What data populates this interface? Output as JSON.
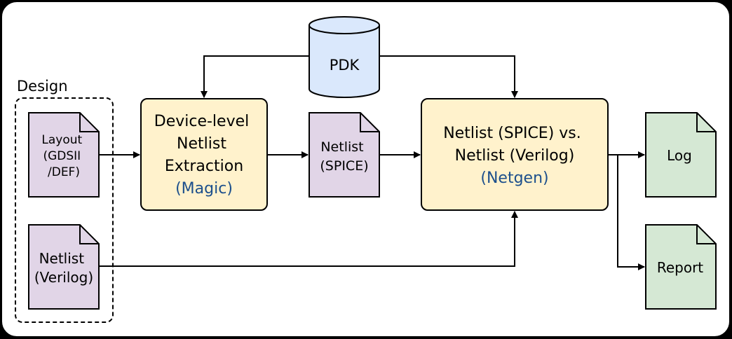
{
  "design_group": {
    "label": "Design"
  },
  "database": {
    "label": "PDK"
  },
  "documents": {
    "layout": {
      "lines": [
        "Layout",
        "(GDSII",
        "/DEF)"
      ]
    },
    "netlist_verilog": {
      "lines": [
        "Netlist",
        "(Verilog)"
      ]
    },
    "netlist_spice": {
      "lines": [
        "Netlist",
        "(SPICE)"
      ]
    },
    "log": {
      "label": "Log"
    },
    "report": {
      "label": "Report"
    }
  },
  "processes": {
    "extraction": {
      "lines": [
        "Device-level",
        "Netlist",
        "Extraction"
      ],
      "tool": "(Magic)"
    },
    "comparison": {
      "lines": [
        "Netlist (SPICE) vs.",
        "Netlist (Verilog)"
      ],
      "tool": "(Netgen)"
    }
  },
  "colors": {
    "document_purple": "#e1d5e7",
    "document_green": "#d5e8d4",
    "process_yellow": "#fff2cc",
    "process_border": "#000000",
    "database_blue": "#dae8fc",
    "tool_text": "#1c4f8c",
    "frame_background": "#ffffff"
  }
}
